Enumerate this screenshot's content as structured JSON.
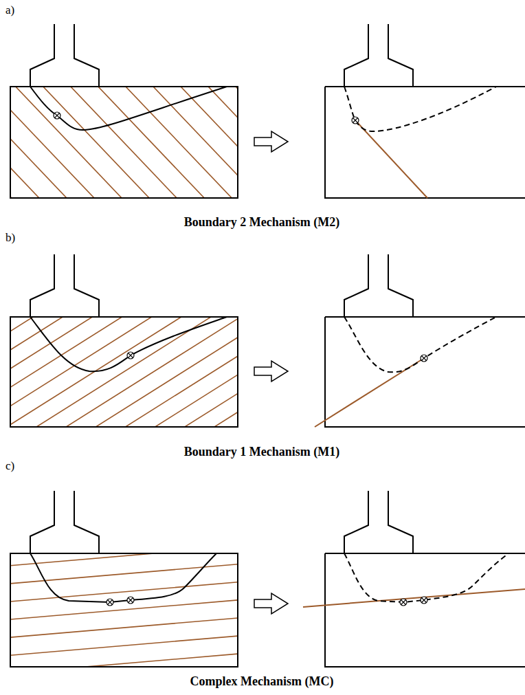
{
  "diagram": {
    "labels": [
      "a)",
      "Boundary 2 Mechanism (M2)",
      "b)",
      "Boundary 1 Mechanism (M1)",
      "c)",
      "Complex Mechanism (MC)"
    ]
  }
}
